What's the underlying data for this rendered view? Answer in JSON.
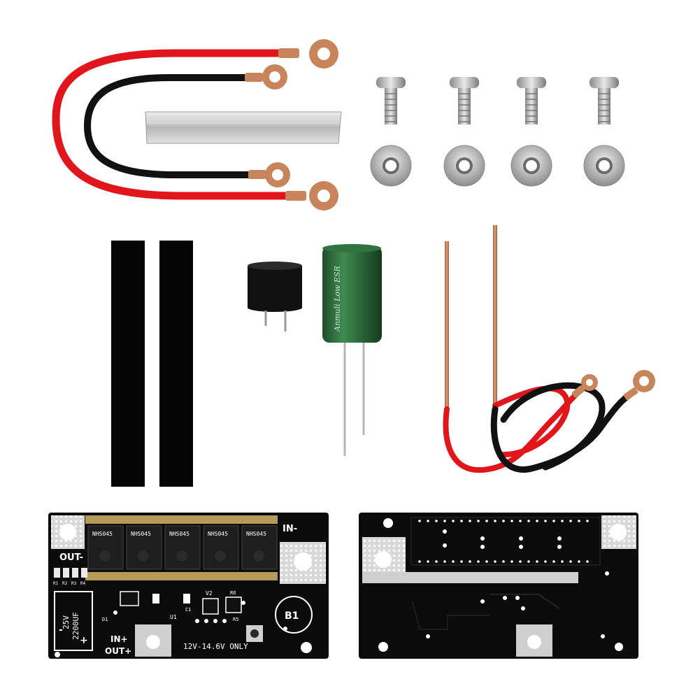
{
  "image": {
    "kind": "product photo — spot welder DIY kit components",
    "background": "#ffffff"
  },
  "colors": {
    "red_wire": "#e0161c",
    "black_wire": "#111111",
    "copper": "#c8845a",
    "pcb": "#0b0b0b",
    "capacitor": "#2e6b3c",
    "nickel_strip": "#c9c9c9"
  },
  "board_front": {
    "label_out_minus": "OUT-",
    "label_in_minus": "IN-",
    "label_in_plus": "IN+",
    "label_out_plus": "OUT+",
    "cap_voltage": "25V",
    "cap_capacity": "2200UF",
    "cap_minus": "-",
    "cap_plus": "+",
    "b1": "B1",
    "voltage_note": "12V-14.6V ONLY",
    "v2": "V2",
    "u1": "U1",
    "c1": "C1",
    "d1": "D1",
    "r_labels": [
      "R1",
      "R2",
      "R3",
      "R4"
    ],
    "r6": "R6",
    "r5": "R5",
    "mosfet_text": [
      "NHS045",
      "NHS045",
      "NHS045",
      "NHS045",
      "NHS045"
    ]
  },
  "capacitor": {
    "brand_text": "Anmuli Low ESR"
  }
}
